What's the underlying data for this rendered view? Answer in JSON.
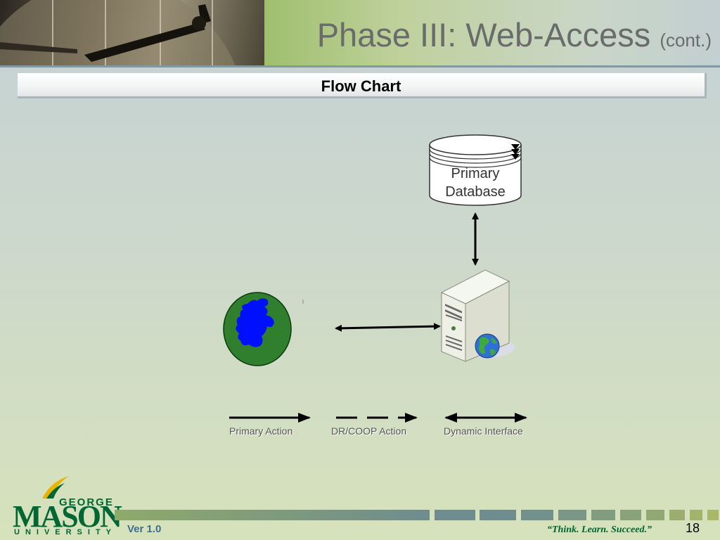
{
  "header": {
    "title": "Phase III: Web-Access",
    "title_suffix": "(cont.)"
  },
  "section": {
    "title": "Flow Chart"
  },
  "diagram": {
    "nodes": [
      {
        "id": "database",
        "label_line1": "Primary",
        "label_line2": "Database"
      },
      {
        "id": "web-server",
        "icon": "server-globe-icon"
      },
      {
        "id": "internet",
        "icon": "globe-icon"
      }
    ],
    "edges": [
      {
        "from": "database",
        "to": "web-server",
        "style": "bidirectional"
      },
      {
        "from": "internet",
        "to": "web-server",
        "style": "bidirectional"
      }
    ]
  },
  "legend": {
    "primary": "Primary Action",
    "dr_coop": "DR/COOP Action",
    "dynamic": "Dynamic Interface"
  },
  "logo": {
    "top": "GEORGE",
    "main": "MASON",
    "bottom": "UNIVERSITY"
  },
  "footer": {
    "version": "Ver 1.0",
    "motto": "“Think. Learn. Succeed.”",
    "page_number": "18"
  },
  "colors": {
    "brand_green": "#006633",
    "globe_ocean": "#2f7f2f",
    "globe_land": "#0010ff",
    "footer_blue": "#3f6e8b"
  }
}
